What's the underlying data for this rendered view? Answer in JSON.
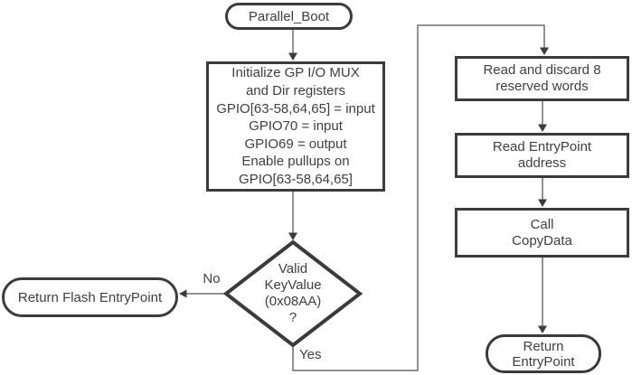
{
  "nodes": {
    "start": {
      "label": "Parallel_Boot"
    },
    "init": {
      "lines": [
        "Initialize GP I/O MUX",
        "and Dir registers",
        "GPIO[63-58,64,65] = input",
        "GPIO70 = input",
        "GPIO69 = output",
        "Enable pullups on",
        "GPIO[63-58,64,65]"
      ]
    },
    "decision": {
      "lines": [
        "Valid",
        "KeyValue",
        "(0x08AA)",
        "?"
      ]
    },
    "return_flash": {
      "label": "Return Flash EntryPoint"
    },
    "read_discard": {
      "lines": [
        "Read and discard 8",
        "reserved words"
      ]
    },
    "read_entrypoint": {
      "lines": [
        "Read EntryPoint",
        "address"
      ]
    },
    "call_copydata": {
      "lines": [
        "Call",
        "CopyData"
      ]
    },
    "return_entrypoint": {
      "lines": [
        "Return",
        "EntryPoint"
      ]
    }
  },
  "edge_labels": {
    "no": "No",
    "yes": "Yes"
  },
  "colors": {
    "border": "#3b3b3b",
    "text": "#3f3f3f",
    "connector": "#6e6e6e",
    "background": "#ffffff"
  }
}
